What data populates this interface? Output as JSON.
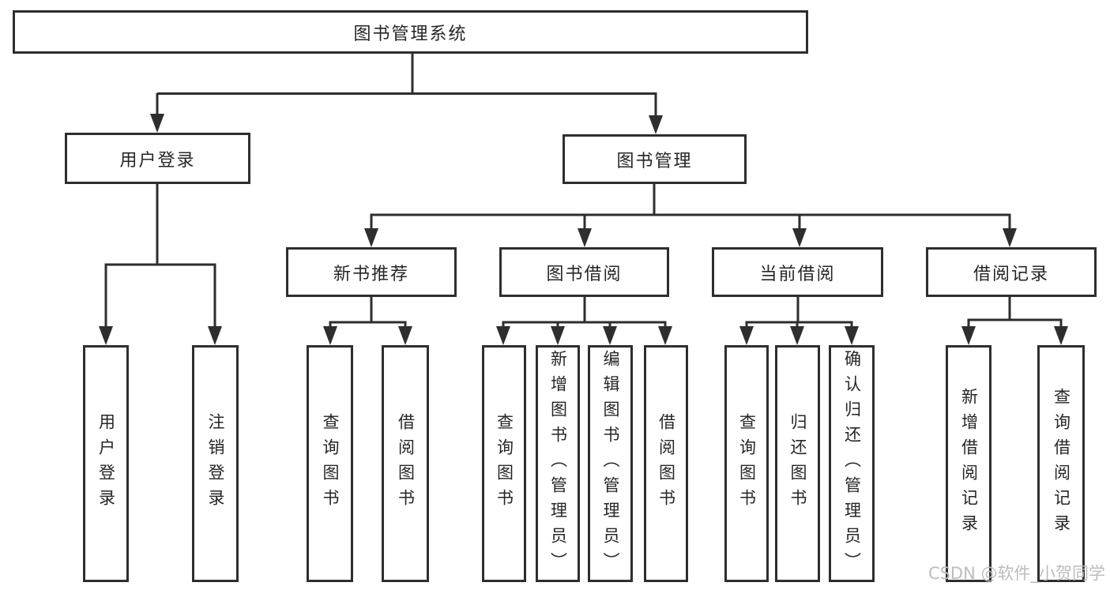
{
  "title": {
    "label": "图书管理系统"
  },
  "level2": {
    "user_login": {
      "label": "用户登录"
    },
    "book_mgmt": {
      "label": "图书管理"
    }
  },
  "level3": {
    "new_book_rec": {
      "label": "新书推荐"
    },
    "book_borrow": {
      "label": "图书借阅"
    },
    "current_borrow": {
      "label": "当前借阅"
    },
    "borrow_records": {
      "label": "借阅记录"
    }
  },
  "leaves": {
    "user_login_leaf": {
      "label": "用户登录"
    },
    "logout": {
      "label": "注销登录"
    },
    "rec_query_books": {
      "label": "查询图书"
    },
    "rec_borrow_books": {
      "label": "借阅图书"
    },
    "bb_query_books": {
      "label": "查询图书"
    },
    "bb_add_books": {
      "label": "新增图书（管理员）"
    },
    "bb_edit_books": {
      "label": "编辑图书（管理员）"
    },
    "bb_borrow_books": {
      "label": "借阅图书"
    },
    "cb_query_books": {
      "label": "查询图书"
    },
    "cb_return_books": {
      "label": "归还图书"
    },
    "cb_confirm_return": {
      "label": "确认归还（管理员）"
    },
    "br_add_record": {
      "label": "新增借阅记录"
    },
    "br_query_record": {
      "label": "查询借阅记录"
    }
  },
  "watermark": {
    "text": "CSDN @软件_小贺同学"
  },
  "colors": {
    "line": "#2e2e2e",
    "text": "#262626",
    "box_bg": "#ffffff",
    "background": "#ffffff",
    "watermark": "#bdbdbd"
  }
}
